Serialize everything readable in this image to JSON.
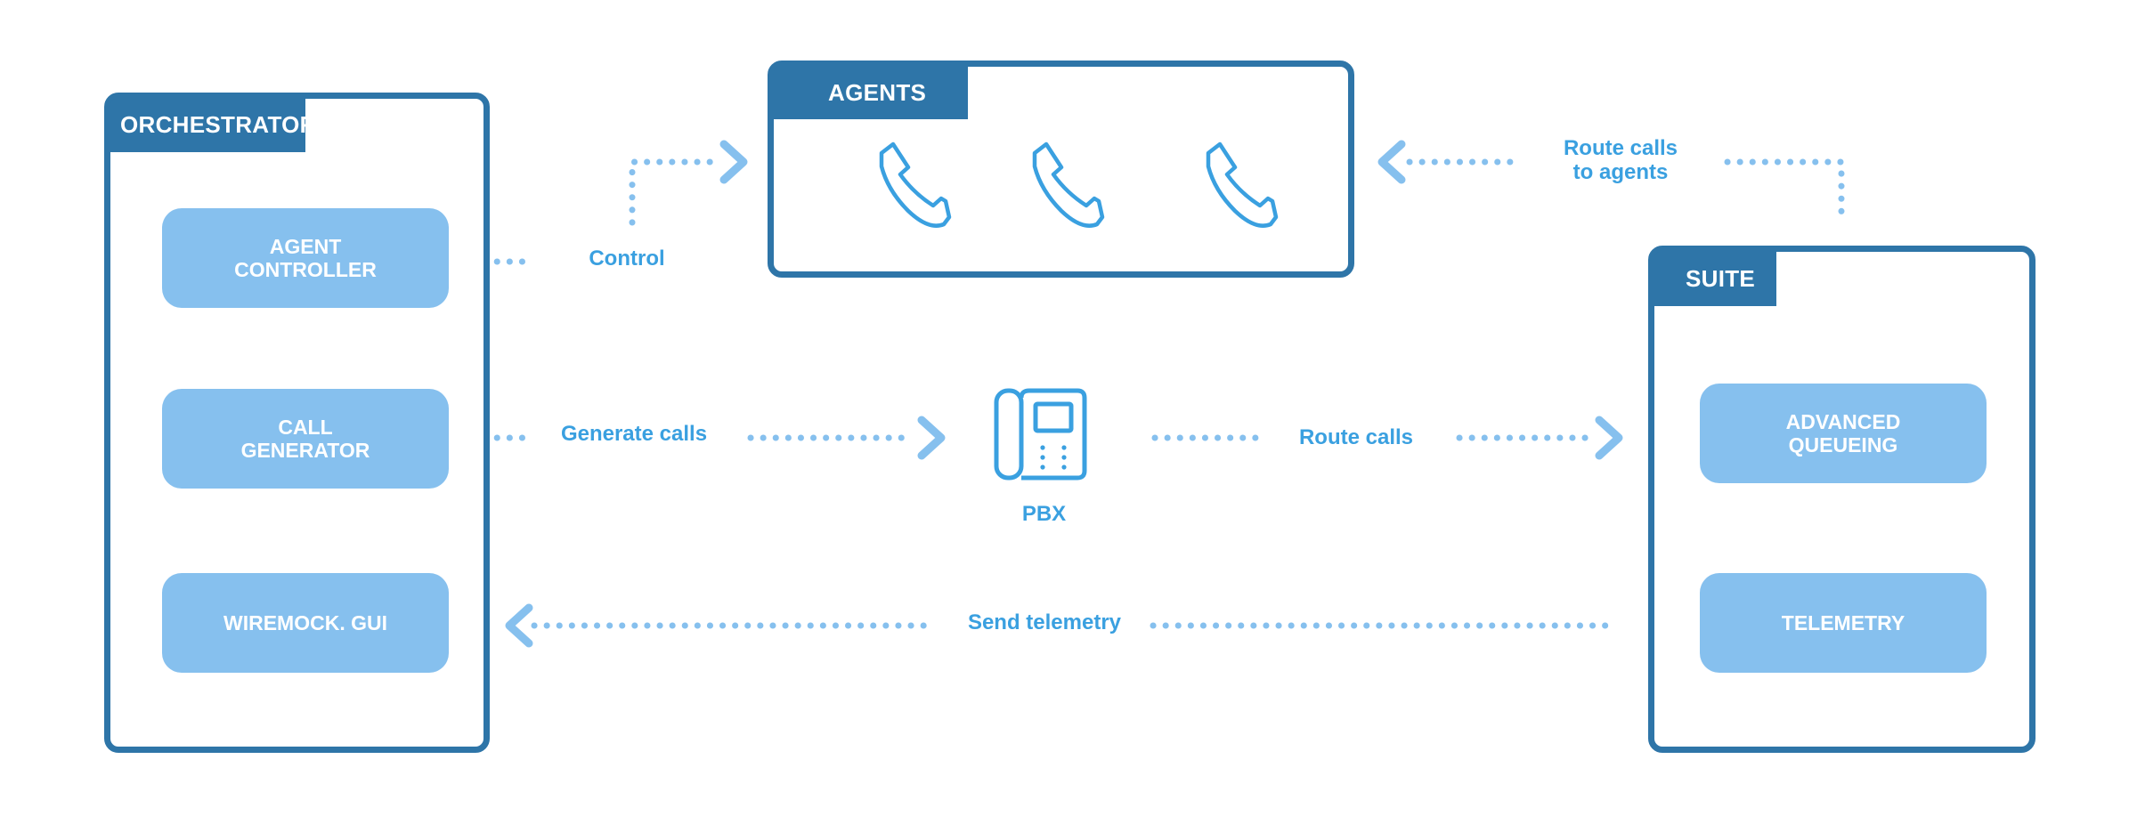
{
  "colors": {
    "panel_border": "#2e75a8",
    "module_fill": "#86c0ee",
    "connector": "#86c0ee",
    "label_text": "#3aa0e0",
    "icon_stroke": "#3aa0e0"
  },
  "orchestrator": {
    "title": "ORCHESTRATOR",
    "modules": {
      "agent_controller": "AGENT\nCONTROLLER",
      "call_generator": "CALL\nGENERATOR",
      "wiremock_gui": "WIREMOCK. GUI"
    }
  },
  "agents": {
    "title": "AGENTS",
    "icons": [
      "phone-handset-icon",
      "phone-handset-icon",
      "phone-handset-icon"
    ]
  },
  "suite": {
    "title": "SUITE",
    "modules": {
      "advanced_queueing": "ADVANCED\nQUEUEING",
      "telemetry": "TELEMETRY"
    }
  },
  "pbx": {
    "label": "PBX",
    "icon": "desk-phone-icon"
  },
  "connections": {
    "control": "Control",
    "generate_calls": "Generate calls",
    "route_calls": "Route calls",
    "route_calls_to_agents": "Route calls\nto agents",
    "send_telemetry": "Send telemetry"
  }
}
